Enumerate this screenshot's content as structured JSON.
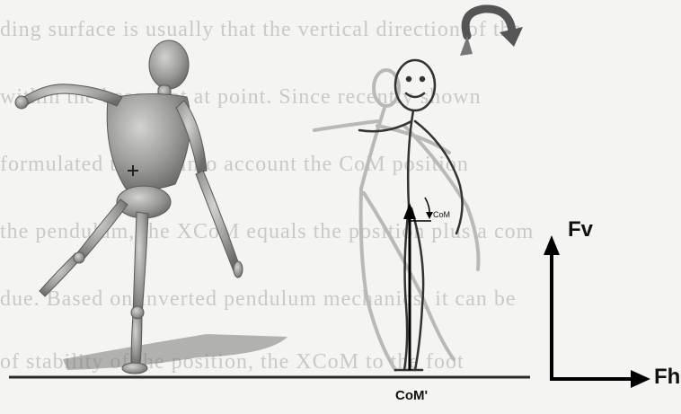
{
  "background_text": [
    "ding surface is usually that the vertical direction of the",
    "within the base plot at point. Since recently shown",
    "formulated to take into account the CoM position",
    "the pendulum, the XCoM equals the position plus a com",
    "due. Based on inverted pendulum mechanics, it can be",
    "of stability of the position, the XCoM to the foot"
  ],
  "labels": {
    "fv": "Fv",
    "fh": "Fh",
    "com": "CoM'",
    "small_com": "CoM"
  },
  "colors": {
    "mannequin": "#9a9a97",
    "ground": "#2a2a2a",
    "axes": "#000000",
    "rotation_arrow": "#555555"
  },
  "icons": {
    "rotation": "curved-rotation-arrow-icon"
  }
}
